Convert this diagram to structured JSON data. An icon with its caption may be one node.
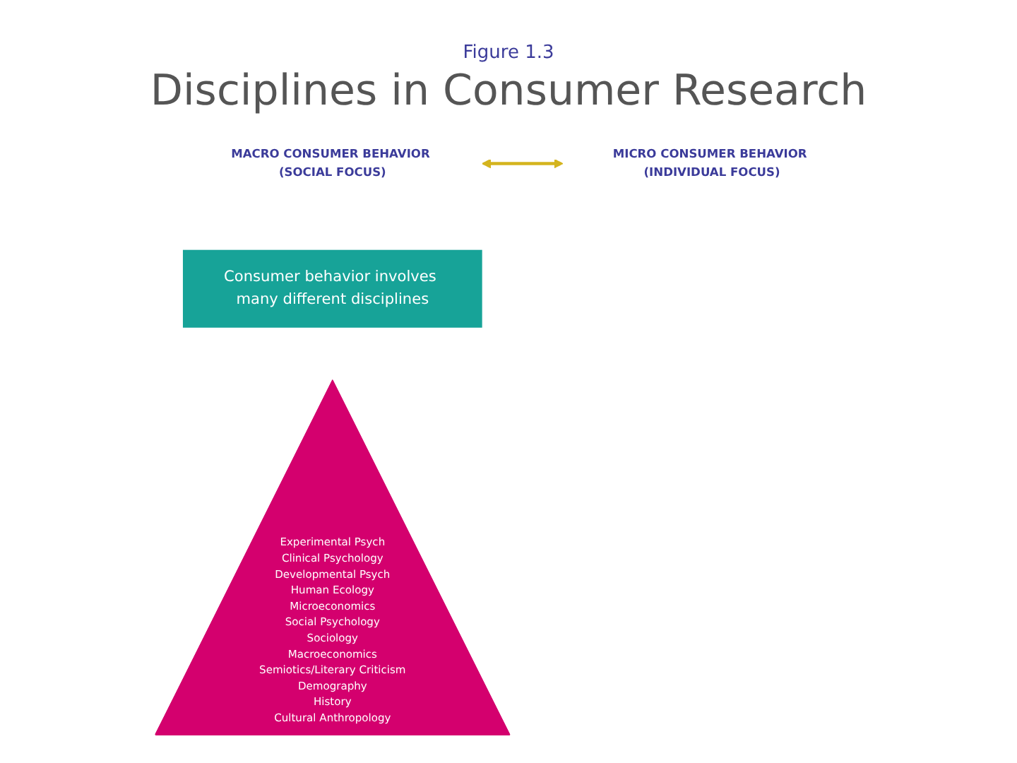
{
  "diagram": {
    "title": "Disciplines in Consumer Research",
    "nodes": [
      {
        "text": [
          "MICRO CONSUMER BEHAVIOR (INDIVIDUAL FOCUS)"
        ]
      },
      {
        "text": [
          "MACRO CONSUMER BEHAVIOR (SOCIAL FOCUS)"
        ]
      },
      {
        "text": [
          "Consumer behavior involves many different disciplines"
        ]
      },
      {
        "text": [
          "Experimental Psych",
          "Clinical Psychology",
          "Developmental Psych",
          "Human Ecology",
          "Microeconomics",
          "Social Psychology",
          "Sociology",
          "Macroeconomics",
          "Semiotics/Literary Criticism",
          "Demography",
          "History",
          "Cultural Anthropology"
        ]
      }
    ],
    "edges": [
      {
        "from": 1,
        "to": 0,
        "arrow": "both",
        "color": "#d4b41e"
      }
    ],
    "labels": [
      "Figure 1.3"
    ]
  }
}
